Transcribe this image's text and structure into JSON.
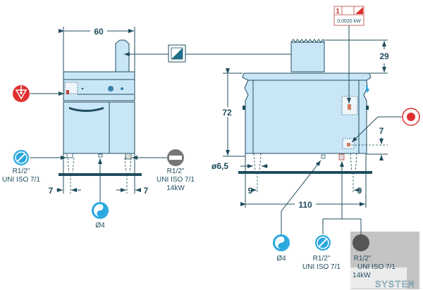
{
  "dimensions": {
    "width_front": "60",
    "width_side": "110",
    "height": "72",
    "flue_height": "29",
    "electric_height": "7",
    "left_offset": "7",
    "right_offset": "7",
    "side_left_offset": "9",
    "side_right_offset": "9",
    "leg_diameter": "ø6,5"
  },
  "front_connections": {
    "water_size": "R1/2\"",
    "water_standard": "UNI ISO 7/1",
    "gas_size": "R1/2\"",
    "gas_standard": "UNI ISO 7/1",
    "gas_power": "14kW",
    "drain": "Ø4"
  },
  "side_connections": {
    "drain": "Ø4",
    "water_size": "R1/2\"",
    "water_standard": "UNI ISO 7/1",
    "gas_size": "R1/2\"",
    "gas_standard": "UNI ISO 7/1",
    "gas_power": "14kW"
  },
  "electric_box": {
    "phase": "1",
    "power": "0,0020 kW"
  },
  "watermark": "SYSTEM",
  "colors": {
    "accent": "#1f4d5e",
    "body": "#c9e6f7",
    "red": "#e03030",
    "water": "#29a8e0",
    "gas": "#777777"
  }
}
